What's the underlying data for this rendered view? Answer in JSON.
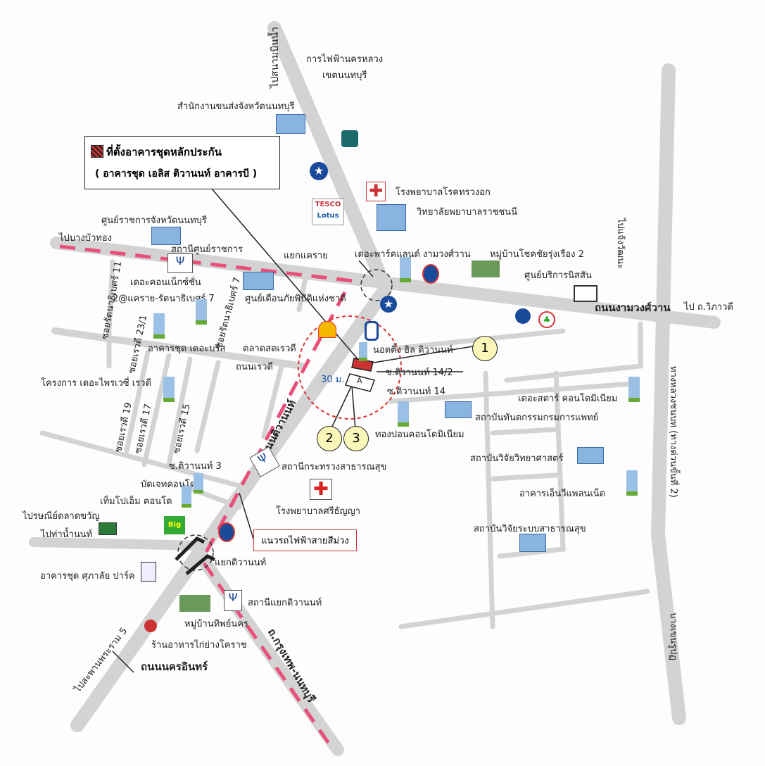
{
  "legend": {
    "line1": "ที่ตั้งอาคารชุดหลักประกัน",
    "line2": "( อาคารชุด เอลิส ติวานนท์ อาคารบี )",
    "swatch_color": "#cc3333"
  },
  "directions": {
    "airport": "ไปสนามบินน้ำ",
    "bang_bua_thong": "ไปบางบัวทอง",
    "chaeng_watthana": "ไปแจ้งวัฒนะ",
    "vibhavadi": "ไป ถ.วิภาวดี",
    "tha_nam_non": "ไปท่าน้ำนนท์",
    "rama5": "ไปสะพานพระราม 5",
    "bangkhen": "บางเขนรูปฏ",
    "highway": "ทางหลวงชนบท (ทางด่วนขั้นที่ 2)"
  },
  "roads": {
    "ngamwongwan": "ถนนงามวงศ์วาน",
    "tiwanon": "ถนนติวานนท์",
    "rewadee": "ถนนเรวดี",
    "krungthep_nonthaburi": "ถ.กรุงเทพ-นนทบุรี",
    "nakhon_in": "ถนนนครอินทร์",
    "soi_14_2": "ซ.ติวานนท์ 14/2",
    "soi_14": "ซ.ติวานนท์ 14",
    "soi_3": "ซ.ติวานนท์ 3",
    "soi_ratthanathibet_11": "ซอยรัตนาธิเบศร์ 11",
    "soi_ratthanathibet_7": "ซอยรัตนาธิเบศร์ 7",
    "soi_rewadee_23_1": "ซอยเรวดี 23/1",
    "soi_rewadee_19": "ซอยเรวดี 19",
    "soi_rewadee_17": "ซอยเรวดี 17",
    "soi_rewadee_15": "ซอยเรวดี 15"
  },
  "places": {
    "pea": "การไฟฟ้านครหลวง",
    "pea2": "เขตนนทบุรี",
    "transport_office": "สำนักงานขนส่งจังหวัดนนทบุรี",
    "chest_hospital": "โรงพยาบาลโรคทรวงอก",
    "nursing_college": "วิทยาลัยพยาบาลราชชนนี",
    "tesco": "TESCO",
    "lotus": "Lotus",
    "gov_center": "ศูนย์ราชการจังหวัดนนทบุรี",
    "gov_station": "สถานีศูนย์ราชการ",
    "khae_rai": "แยกแคราย",
    "the_park_land": "เดอะพาร์คแลนด์ งามวงศ์วาน",
    "chok_chai": "หมู่บ้านโชคชัยรุ่งเรือง 2",
    "nissan": "ศูนย์บริการนิสสัน",
    "connection": "เดอะคอนเน็กซ์ชั่น",
    "connection2": "2@แคราย-รัตนาธิเบศร์ 7",
    "disaster": "ศูนย์เตือนภัยพิบัติแห่งชาติ",
    "the_breeze": "อาคารชุด เดอะบรีส",
    "rewadee_market": "ตลาดสดเรวดี",
    "notting_hill": "นอตติ้ง ฮิล ติวานนท์",
    "distance": "30 ม.",
    "marker_a": "A",
    "privacy": "โครงการ เดอะไพรเวซี่ เรวดี",
    "the_star": "เดอะสตาร์ คอนโดมิเนียม",
    "dental": "สถาบันทันตกรรมกรมการแพทย์",
    "thongpon": "ทองปอนคอนโดมิเนียม",
    "science": "สถาบันวิจัยวิทยาศาสตร์",
    "moph_station": "สถานีกระทรวงสาธารณสุข",
    "budget": "บัดเจทคอนโด",
    "n_planet": "อาคารเอ็นวีแพลนเน็ต",
    "tempo": "เท็มโปเอ็ม คอนโด",
    "srithanya": "โรงพยาบาลศรีธัญญา",
    "post": "ไปรษณีย์ตลาดขวัญ",
    "purple_line": "แนวรถไฟฟ้าสายสีม่วง",
    "health_system": "สถาบันวิจัยระบบสาธารณสุข",
    "tiwanon_junction": "แยกติวานนท์",
    "supalai": "อาคารชุด ศุภาลัย ปาร์ค",
    "tiwanon_station": "สถานีแยกติวานนท์",
    "thip": "หมู่บ้านทิพย์นคร",
    "korat": "ร้านอาหารไก่ย่างโคราช",
    "big_c": "Big"
  },
  "callouts": [
    "1",
    "2",
    "3"
  ],
  "colors": {
    "road": "#d3d3d3",
    "purple_line": "#e8507a",
    "target": "#cc3333"
  }
}
